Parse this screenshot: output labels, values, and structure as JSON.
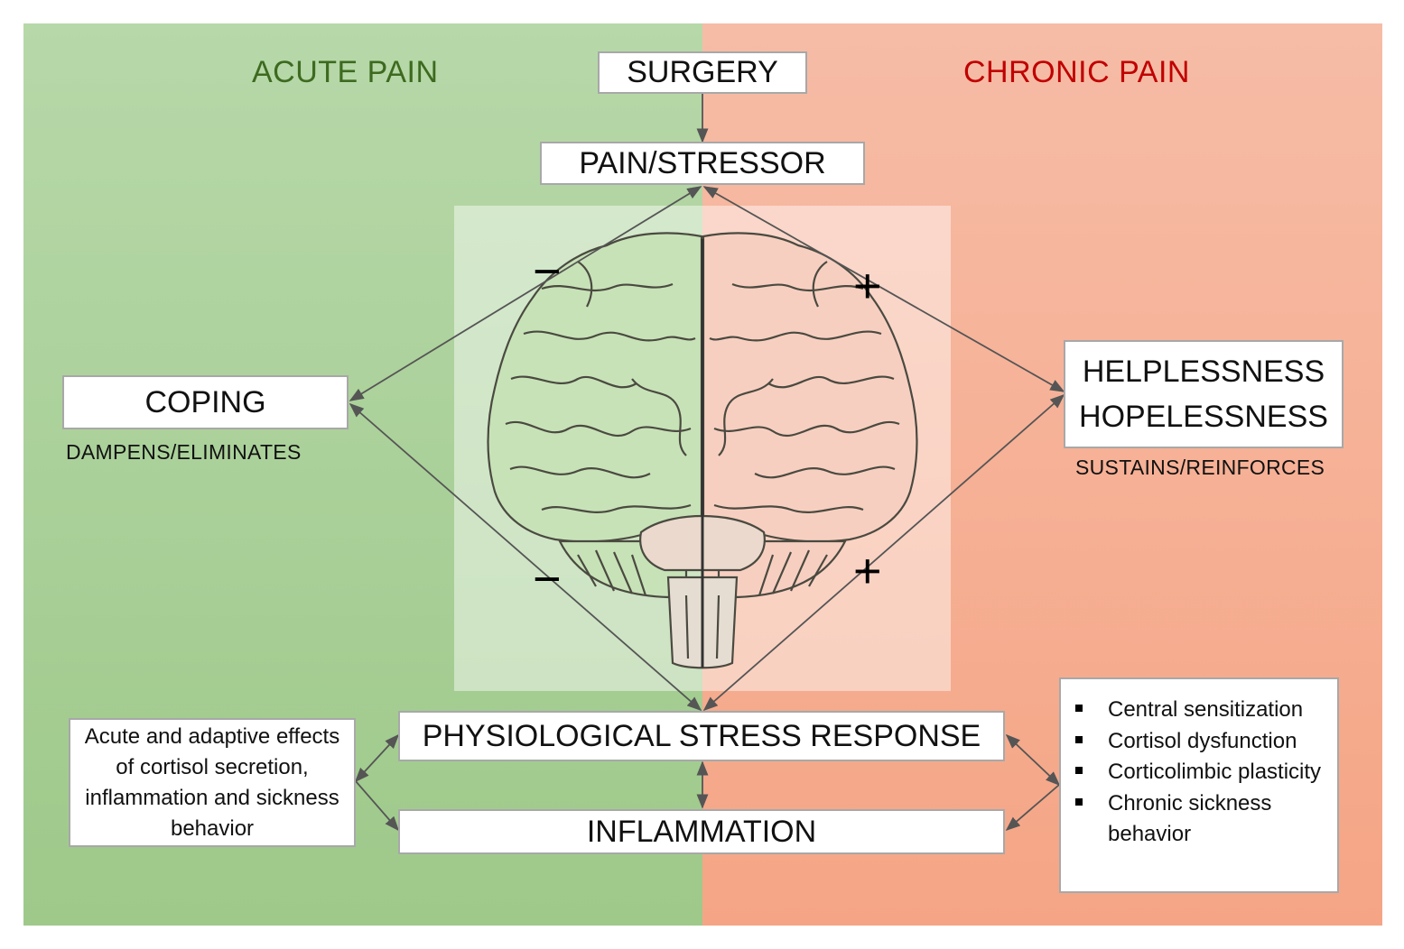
{
  "panels": {
    "left_title": "ACUTE PAIN",
    "right_title": "CHRONIC PAIN",
    "left_color": "#9ec98a",
    "right_color": "#f5a585",
    "left_title_color": "#3d6a1f",
    "right_title_color": "#c00000"
  },
  "nodes": {
    "surgery": "SURGERY",
    "pain_stressor": "PAIN/STRESSOR",
    "coping": "COPING",
    "coping_caption": "DAMPENS/ELIMINATES",
    "helplessness_line1": "HELPLESSNESS",
    "helplessness_line2": "HOPELESSNESS",
    "helplessness_caption": "SUSTAINS/REINFORCES",
    "stress_response": "PHYSIOLOGICAL STRESS RESPONSE",
    "inflammation": "INFLAMMATION",
    "acute_effects": "Acute and adaptive effects of cortisol secretion, inflammation and sickness behavior"
  },
  "chronic_effects": [
    "Central sensitization",
    "Cortisol dysfunction",
    "Corticolimbic plasticity",
    "Chronic sickness behavior"
  ],
  "signs": {
    "upper_left": "−",
    "lower_left": "−",
    "upper_right": "+",
    "lower_right": "+"
  }
}
